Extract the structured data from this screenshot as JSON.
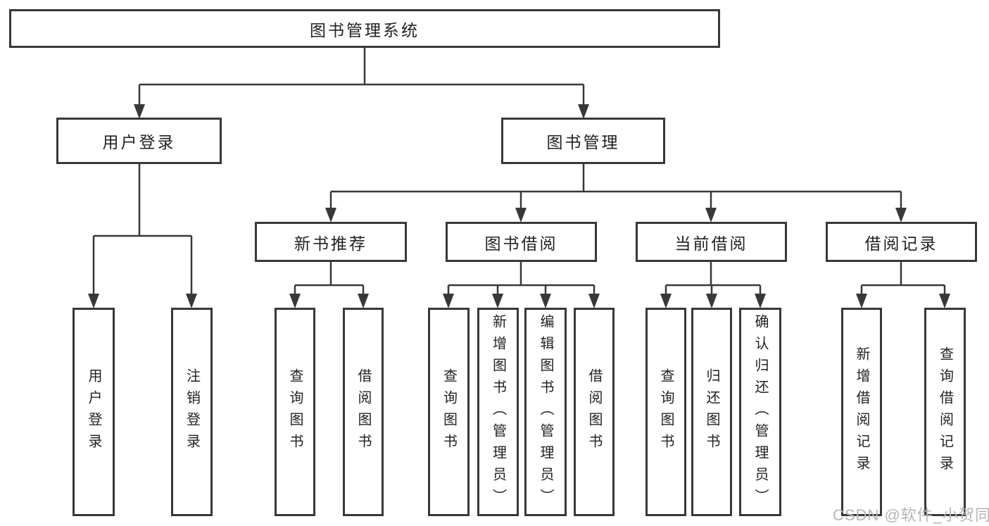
{
  "tree": {
    "root": "图书管理系统",
    "level2": [
      "用户登录",
      "图书管理"
    ],
    "level3": [
      "新书推荐",
      "图书借阅",
      "当前借阅",
      "借阅记录"
    ],
    "leaves": {
      "user_login": [
        "用户登录",
        "注销登录"
      ],
      "new_book_recommendation": [
        "查询图书",
        "借阅图书"
      ],
      "book_borrowing": [
        "查询图书",
        "新增图书（管理员）",
        "编辑图书（管理员）",
        "借阅图书"
      ],
      "current_borrowing": [
        "查询图书",
        "归还图书",
        "确认归还（管理员）"
      ],
      "borrowing_records": [
        "新增借阅记录",
        "查询借阅记录"
      ]
    }
  },
  "watermark": "CSDN @软件_小贺同学",
  "colors": {
    "line": "#383838",
    "box_border": "#383838",
    "text": "#222222",
    "watermark": "#b5b5b5",
    "background": "#ffffff"
  }
}
